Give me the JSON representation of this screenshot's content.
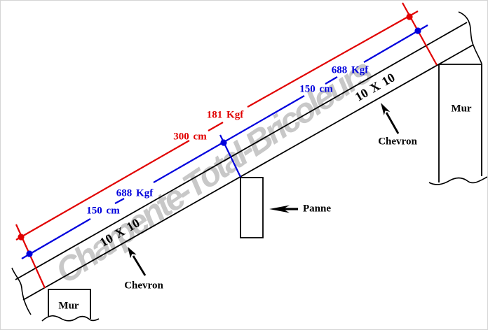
{
  "watermark": {
    "text": "Charpente-Total-Bricoleurs"
  },
  "colors": {
    "red": "#e10000",
    "blue": "#0000dd",
    "ink": "#000000",
    "wm": "#c8c8c8",
    "paper": "#ffffff"
  },
  "dimension_labels": {
    "red_load": "181 Kgf",
    "red_span": "300 cm",
    "blue_load_left": "688 Kgf",
    "blue_span_left": "150 cm",
    "blue_load_right": "688 Kgf",
    "blue_span_right": "150 cm"
  },
  "part_labels": {
    "rafter_section_left": "10 X 10",
    "rafter_section_right": "10 X 10",
    "rafter_left": "Chevron",
    "rafter_right": "Chevron",
    "purlin": "Panne",
    "wall_left": "Mur",
    "wall_right": "Mur"
  }
}
